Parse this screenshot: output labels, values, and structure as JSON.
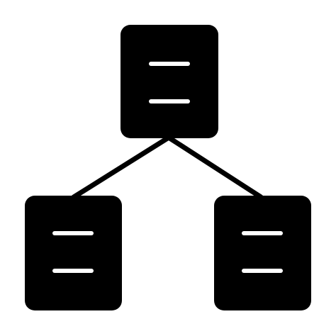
{
  "icon": {
    "name": "document-hierarchy-icon",
    "nodes": [
      "top-document",
      "left-document",
      "right-document"
    ],
    "style": "solid-glyph"
  },
  "colors": {
    "background": "#ffffff",
    "foreground": "#000000",
    "line_detail": "#ffffff"
  }
}
